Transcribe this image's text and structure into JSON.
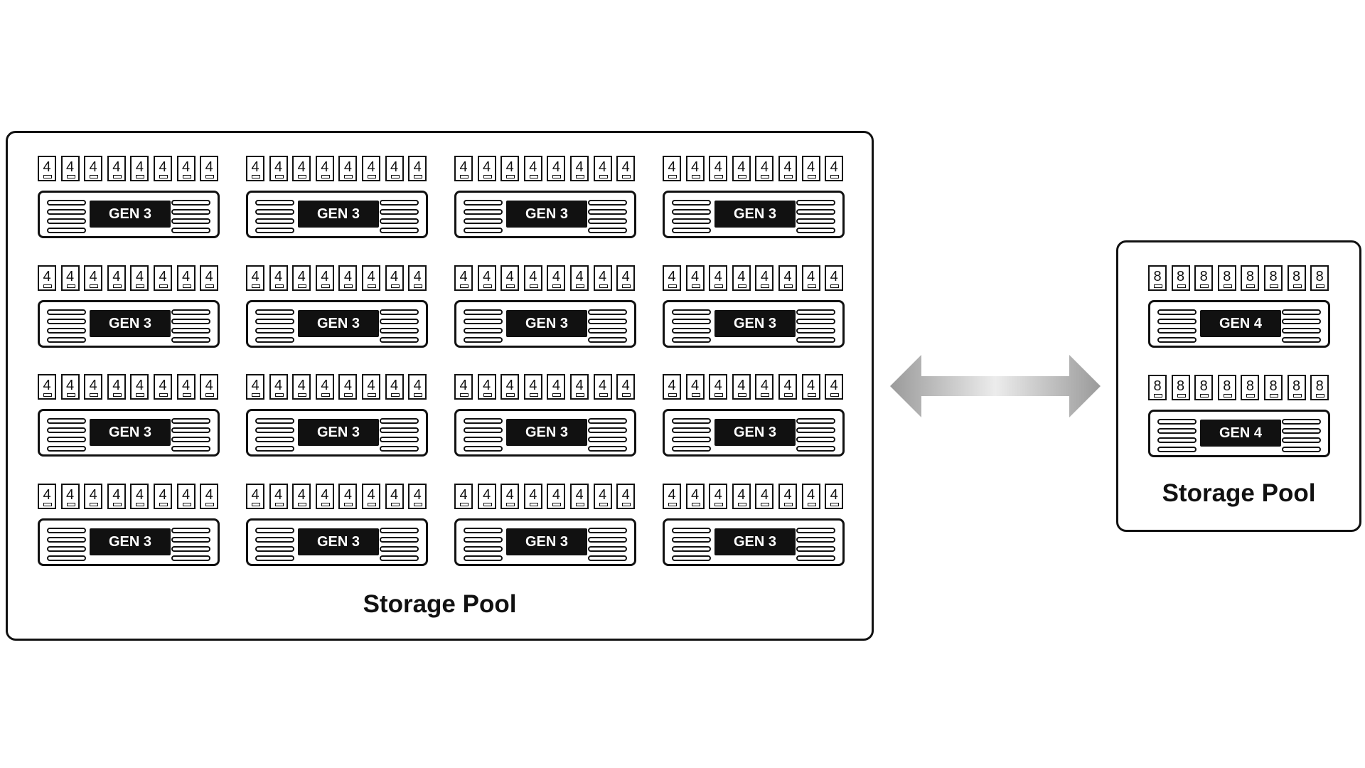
{
  "pools": [
    {
      "label": "Storage Pool",
      "nodes": [
        {
          "badge": "GEN 3",
          "drives": [
            "4",
            "4",
            "4",
            "4",
            "4",
            "4",
            "4",
            "4"
          ]
        },
        {
          "badge": "GEN 3",
          "drives": [
            "4",
            "4",
            "4",
            "4",
            "4",
            "4",
            "4",
            "4"
          ]
        },
        {
          "badge": "GEN 3",
          "drives": [
            "4",
            "4",
            "4",
            "4",
            "4",
            "4",
            "4",
            "4"
          ]
        },
        {
          "badge": "GEN 3",
          "drives": [
            "4",
            "4",
            "4",
            "4",
            "4",
            "4",
            "4",
            "4"
          ]
        },
        {
          "badge": "GEN 3",
          "drives": [
            "4",
            "4",
            "4",
            "4",
            "4",
            "4",
            "4",
            "4"
          ]
        },
        {
          "badge": "GEN 3",
          "drives": [
            "4",
            "4",
            "4",
            "4",
            "4",
            "4",
            "4",
            "4"
          ]
        },
        {
          "badge": "GEN 3",
          "drives": [
            "4",
            "4",
            "4",
            "4",
            "4",
            "4",
            "4",
            "4"
          ]
        },
        {
          "badge": "GEN 3",
          "drives": [
            "4",
            "4",
            "4",
            "4",
            "4",
            "4",
            "4",
            "4"
          ]
        },
        {
          "badge": "GEN 3",
          "drives": [
            "4",
            "4",
            "4",
            "4",
            "4",
            "4",
            "4",
            "4"
          ]
        },
        {
          "badge": "GEN 3",
          "drives": [
            "4",
            "4",
            "4",
            "4",
            "4",
            "4",
            "4",
            "4"
          ]
        },
        {
          "badge": "GEN 3",
          "drives": [
            "4",
            "4",
            "4",
            "4",
            "4",
            "4",
            "4",
            "4"
          ]
        },
        {
          "badge": "GEN 3",
          "drives": [
            "4",
            "4",
            "4",
            "4",
            "4",
            "4",
            "4",
            "4"
          ]
        },
        {
          "badge": "GEN 3",
          "drives": [
            "4",
            "4",
            "4",
            "4",
            "4",
            "4",
            "4",
            "4"
          ]
        },
        {
          "badge": "GEN 3",
          "drives": [
            "4",
            "4",
            "4",
            "4",
            "4",
            "4",
            "4",
            "4"
          ]
        },
        {
          "badge": "GEN 3",
          "drives": [
            "4",
            "4",
            "4",
            "4",
            "4",
            "4",
            "4",
            "4"
          ]
        },
        {
          "badge": "GEN 3",
          "drives": [
            "4",
            "4",
            "4",
            "4",
            "4",
            "4",
            "4",
            "4"
          ]
        }
      ]
    },
    {
      "label": "Storage Pool",
      "nodes": [
        {
          "badge": "GEN 4",
          "drives": [
            "8",
            "8",
            "8",
            "8",
            "8",
            "8",
            "8",
            "8"
          ]
        },
        {
          "badge": "GEN 4",
          "drives": [
            "8",
            "8",
            "8",
            "8",
            "8",
            "8",
            "8",
            "8"
          ]
        }
      ]
    }
  ],
  "arrow": {
    "icon": "double-arrow-icon",
    "color": "#9e9e9e"
  }
}
